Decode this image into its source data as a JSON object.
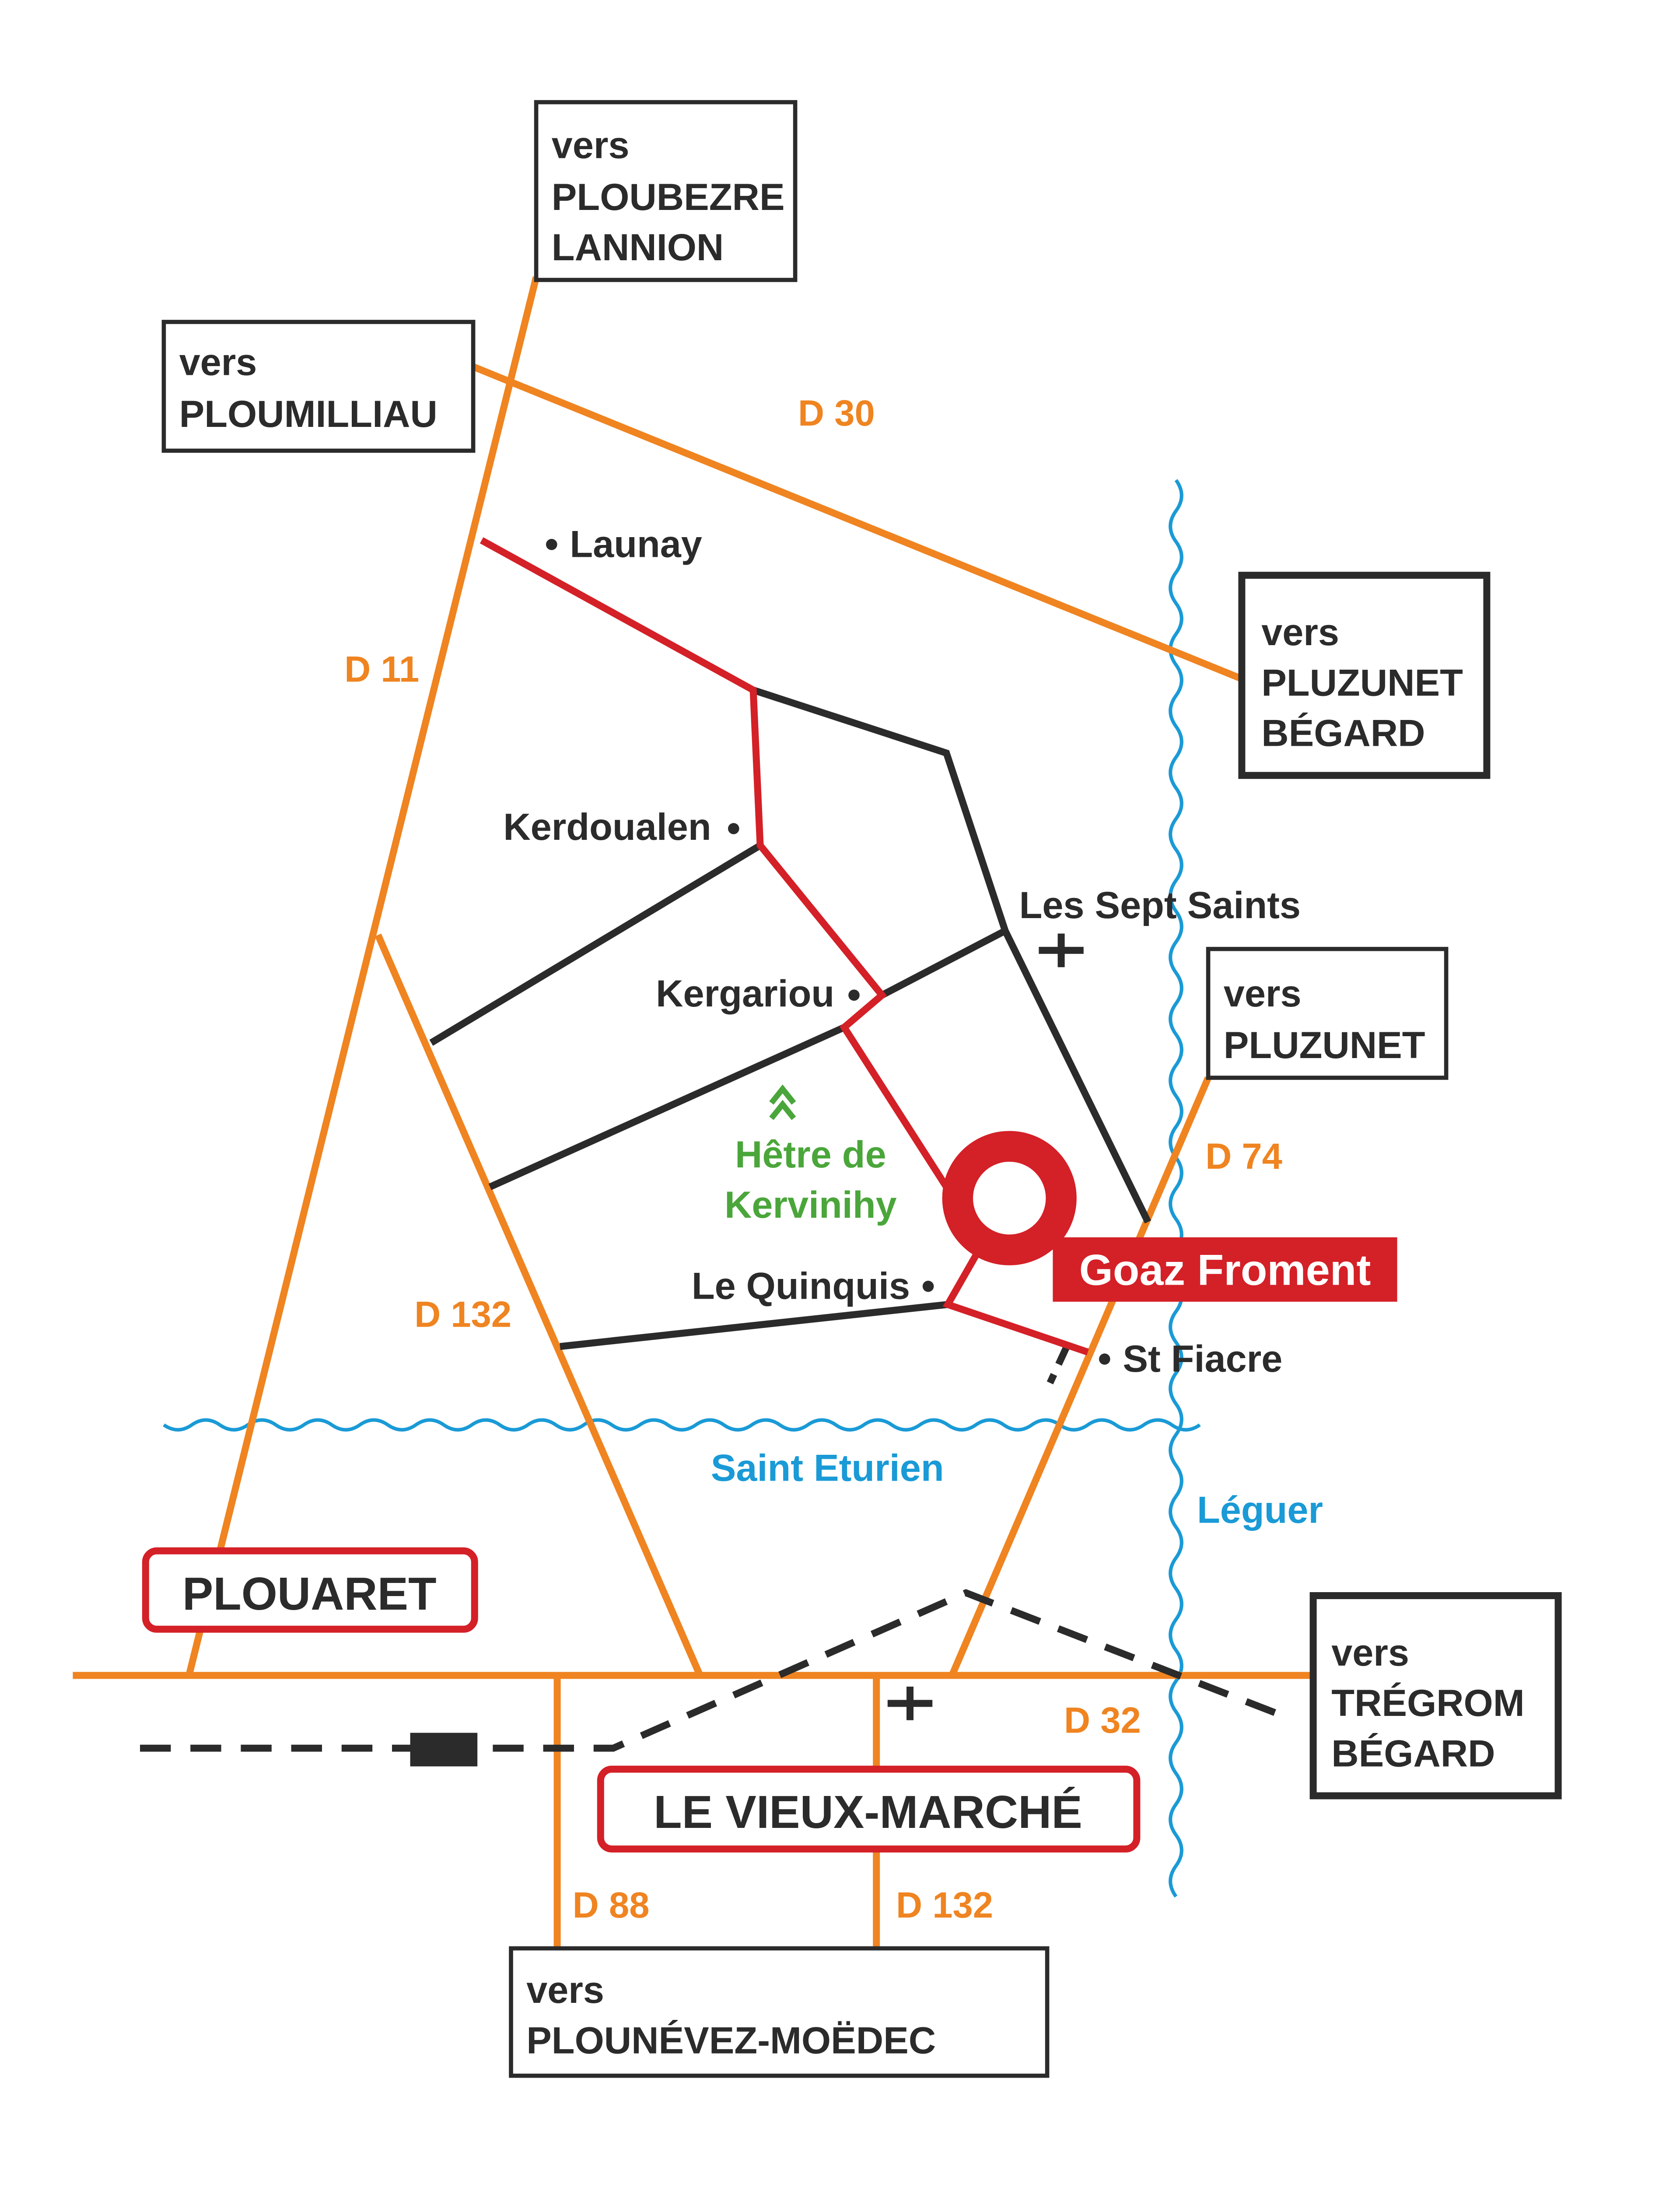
{
  "colors": {
    "road": "#ef8421",
    "lane": "#2b2b2b",
    "route": "#d42027",
    "river": "#1a9ad6",
    "landmark": "#4aa63a"
  },
  "destinations": [
    {
      "prefix": "vers",
      "lines": [
        "PLOUBEZRE",
        "LANNION"
      ]
    },
    {
      "prefix": "vers",
      "lines": [
        "PLOUMILLIAU"
      ]
    },
    {
      "prefix": "vers",
      "lines": [
        "PLUZUNET",
        "BÉGARD"
      ]
    },
    {
      "prefix": "vers",
      "lines": [
        "PLUZUNET"
      ]
    },
    {
      "prefix": "vers",
      "lines": [
        "TRÉGROM",
        "BÉGARD"
      ]
    },
    {
      "prefix": "vers",
      "lines": [
        "PLOUNÉVEZ-MOËDEC"
      ]
    }
  ],
  "roads": {
    "d30": "D 30",
    "d11": "D 11",
    "d74": "D 74",
    "d132a": "D 132",
    "d32": "D 32",
    "d88": "D 88",
    "d132b": "D 132"
  },
  "places": {
    "launay": "Launay",
    "kerdoualen": "Kerdoualen",
    "kergariou": "Kergariou",
    "sept_saints": "Les Sept Saints",
    "quinquis": "Le Quinquis",
    "st_fiacre": "St Fiacre"
  },
  "landmark": {
    "line1": "Hêtre de",
    "line2": "Kervinihy",
    "icon": "tree-chevron-icon"
  },
  "destination_marker": {
    "label": "Goaz Froment",
    "icon": "location-ring-icon"
  },
  "rivers": {
    "saint_eturien": "Saint Eturien",
    "leguer": "Léguer"
  },
  "towns": {
    "plouaret": "PLOUARET",
    "vieux_marche": "LE VIEUX-MARCHÉ"
  }
}
